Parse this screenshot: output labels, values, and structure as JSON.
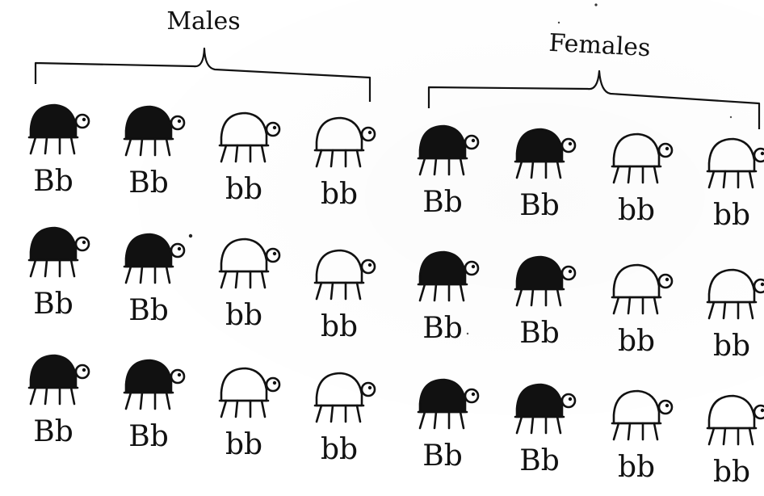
{
  "groups": [
    {
      "title": "Males",
      "rows": [
        [
          "Bb",
          "Bb",
          "bb",
          "bb"
        ],
        [
          "Bb",
          "Bb",
          "bb",
          "bb"
        ],
        [
          "Bb",
          "Bb",
          "bb",
          "bb"
        ]
      ]
    },
    {
      "title": "Females",
      "rows": [
        [
          "Bb",
          "Bb",
          "bb",
          "bb"
        ],
        [
          "Bb",
          "Bb",
          "bb",
          "bb"
        ],
        [
          "Bb",
          "Bb",
          "bb",
          "bb"
        ]
      ]
    }
  ],
  "colors": {
    "black_phenotype": "#111111",
    "white_phenotype": "#ffffff",
    "ink": "#111111"
  }
}
